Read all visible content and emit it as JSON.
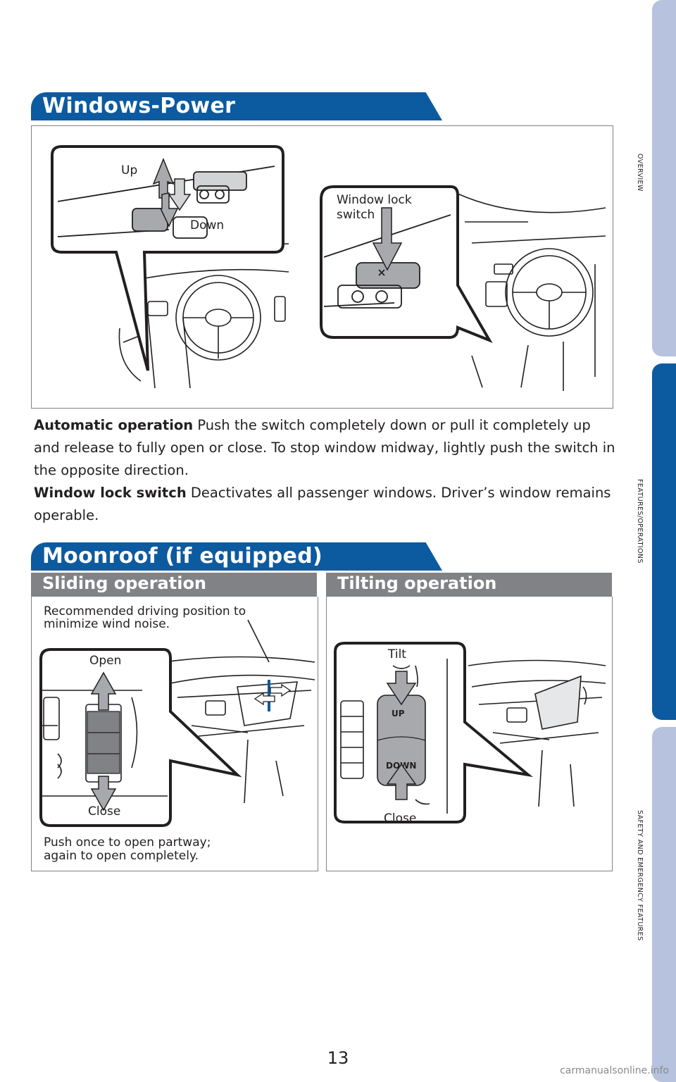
{
  "side_tabs": [
    "OVERVIEW",
    "FEATURES/OPERATIONS",
    "SAFETY AND EMERGENCY FEATURES"
  ],
  "windows": {
    "title": "Windows-Power",
    "label_up": "Up",
    "label_down": "Down",
    "label_lock_1": "Window lock",
    "label_lock_2": "switch",
    "auto_term": "Automatic operation",
    "auto_text": " Push the switch completely down or pull it completely up and release to fully open or close. To stop window midway, lightly push the switch in the opposite direction.",
    "lock_term": "Window lock switch",
    "lock_text": " Deactivates all passenger windows. Driver’s window remains operable."
  },
  "moonroof": {
    "title": "Moonroof (if equipped)",
    "sliding": {
      "heading": "Sliding operation",
      "note_1": "Recommended driving position to",
      "note_2": "minimize wind noise.",
      "open": "Open",
      "close": "Close",
      "footer_1": "Push once to open partway;",
      "footer_2": "again to open completely."
    },
    "tilting": {
      "heading": "Tilting operation",
      "tilt": "Tilt",
      "btn_up": "UP",
      "btn_down": "DOWN",
      "close": "Close"
    }
  },
  "page_number": "13",
  "watermark": "carmanualsonline.info",
  "colors": {
    "brand_blue": "#0c5aa0",
    "tab_light": "#b6c2de",
    "subhead_gray": "#808285",
    "switch_gray": "#a7a9ac"
  }
}
